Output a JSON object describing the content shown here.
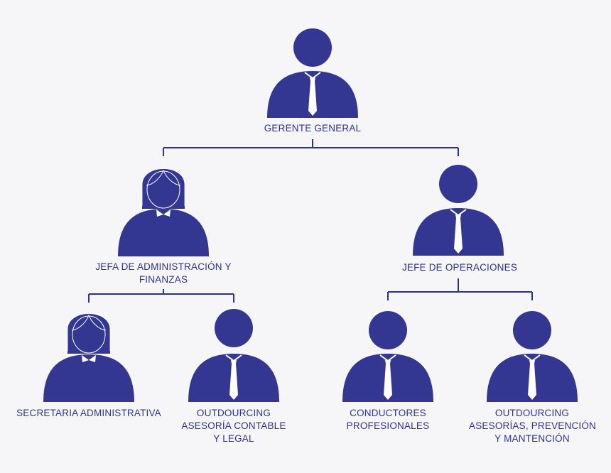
{
  "colors": {
    "figure": "#343792",
    "line": "#2e3192",
    "text": "#2e3192",
    "tie": "#ffffff",
    "background": "#f6f6f9"
  },
  "nodes": [
    {
      "id": "gerente",
      "type": "man",
      "icon": "man-with-tie-icon",
      "lines": [
        "GERENTE GENERAL"
      ]
    },
    {
      "id": "jefa",
      "type": "woman",
      "icon": "woman-icon",
      "lines": [
        "JEFA DE ADMINISTRACIÓN Y",
        "FINANZAS"
      ]
    },
    {
      "id": "jefe",
      "type": "man",
      "icon": "man-with-tie-icon",
      "lines": [
        "JEFE DE OPERACIONES"
      ]
    },
    {
      "id": "secretaria",
      "type": "woman",
      "icon": "woman-icon",
      "lines": [
        "SECRETARIA ADMINISTRATIVA"
      ]
    },
    {
      "id": "outsourcing_contable",
      "type": "man",
      "icon": "man-with-tie-icon",
      "lines": [
        "OUTDOURCING",
        "ASESORÍA CONTABLE",
        "Y LEGAL"
      ]
    },
    {
      "id": "conductores",
      "type": "man",
      "icon": "man-with-tie-icon",
      "lines": [
        "CONDUCTORES",
        "PROFESIONALES"
      ]
    },
    {
      "id": "outsourcing_prevencion",
      "type": "man",
      "icon": "man-with-tie-icon",
      "lines": [
        "OUTDOURCING",
        "ASESORÍAS, PREVENCIÓN",
        "Y MANTENCIÓN"
      ]
    }
  ],
  "edges": [
    {
      "from": "gerente",
      "to": [
        "jefa",
        "jefe"
      ]
    },
    {
      "from": "jefa",
      "to": [
        "secretaria",
        "outsourcing_contable"
      ]
    },
    {
      "from": "jefe",
      "to": [
        "conductores",
        "outsourcing_prevencion"
      ]
    }
  ]
}
